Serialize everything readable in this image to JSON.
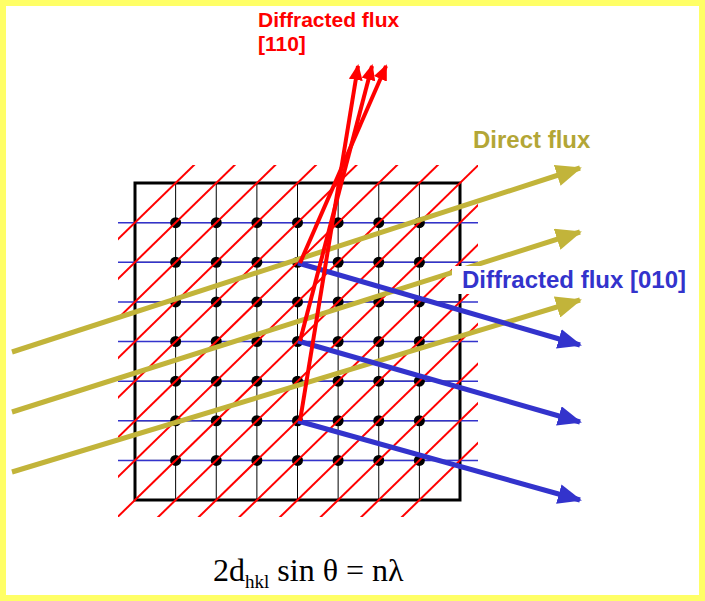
{
  "diagram": {
    "labels": [
      "Diffracted flux [110]",
      "Direct flux",
      "Diffracted flux [010]",
      "2d",
      "hkl",
      "sin θ = nλ"
    ]
  }
}
